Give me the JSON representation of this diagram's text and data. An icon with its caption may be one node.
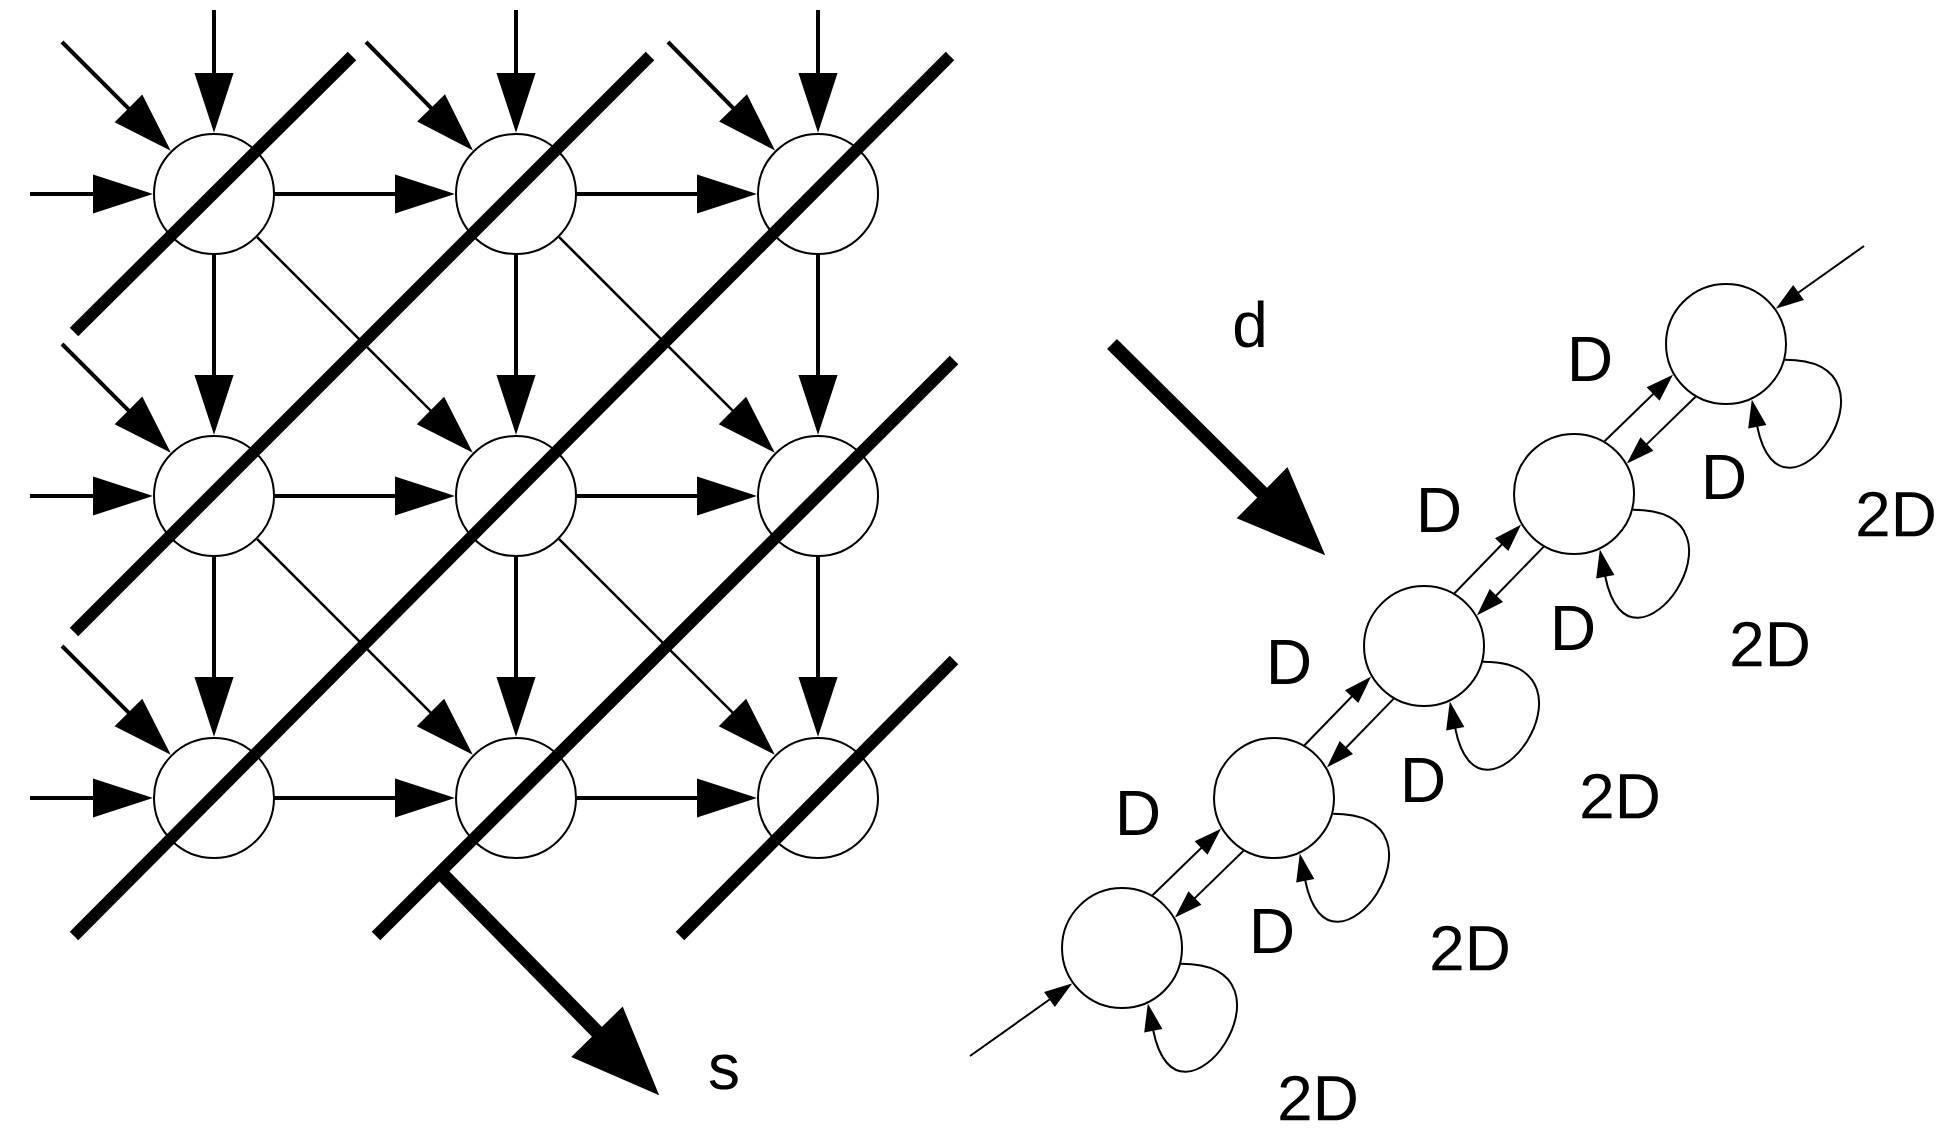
{
  "diagram": {
    "nodes": [
      {
        "text": [],
        "shape": "circle"
      },
      {
        "text": [],
        "shape": "circle"
      },
      {
        "text": [],
        "shape": "circle"
      },
      {
        "text": [],
        "shape": "circle"
      },
      {
        "text": [],
        "shape": "circle"
      },
      {
        "text": [],
        "shape": "circle"
      },
      {
        "text": [],
        "shape": "circle"
      },
      {
        "text": [],
        "shape": "circle"
      },
      {
        "text": [],
        "shape": "circle"
      },
      {
        "text": [],
        "shape": "circle"
      },
      {
        "text": [],
        "shape": "circle"
      },
      {
        "text": [],
        "shape": "circle"
      },
      {
        "text": [],
        "shape": "circle"
      },
      {
        "text": [],
        "shape": "circle"
      }
    ],
    "edges": [
      {
        "from": null,
        "to": 0,
        "arrow": "to"
      },
      {
        "from": null,
        "to": 0,
        "arrow": "to"
      },
      {
        "from": null,
        "to": 0,
        "arrow": "to"
      },
      {
        "from": null,
        "to": 1,
        "arrow": "to"
      },
      {
        "from": null,
        "to": 1,
        "arrow": "to"
      },
      {
        "from": null,
        "to": 2,
        "arrow": "to"
      },
      {
        "from": null,
        "to": 2,
        "arrow": "to"
      },
      {
        "from": null,
        "to": 3,
        "arrow": "to"
      },
      {
        "from": null,
        "to": 3,
        "arrow": "to"
      },
      {
        "from": null,
        "to": 6,
        "arrow": "to"
      },
      {
        "from": null,
        "to": 6,
        "arrow": "to"
      },
      {
        "from": 0,
        "to": 1,
        "arrow": "to"
      },
      {
        "from": 1,
        "to": 2,
        "arrow": "to"
      },
      {
        "from": 3,
        "to": 4,
        "arrow": "to"
      },
      {
        "from": 4,
        "to": 5,
        "arrow": "to"
      },
      {
        "from": 6,
        "to": 7,
        "arrow": "to"
      },
      {
        "from": 7,
        "to": 8,
        "arrow": "to"
      },
      {
        "from": 0,
        "to": 3,
        "arrow": "to"
      },
      {
        "from": 1,
        "to": 4,
        "arrow": "to"
      },
      {
        "from": 2,
        "to": 5,
        "arrow": "to"
      },
      {
        "from": 3,
        "to": 6,
        "arrow": "to"
      },
      {
        "from": 4,
        "to": 7,
        "arrow": "to"
      },
      {
        "from": 5,
        "to": 8,
        "arrow": "to"
      },
      {
        "from": 0,
        "to": 4,
        "arrow": "to"
      },
      {
        "from": 1,
        "to": 5,
        "arrow": "to"
      },
      {
        "from": 3,
        "to": 7,
        "arrow": "to"
      },
      {
        "from": 4,
        "to": 8,
        "arrow": "to"
      },
      {
        "from": null,
        "to": 9,
        "arrow": "to"
      },
      {
        "from": 10,
        "to": 9,
        "arrow": "to",
        "label": "D"
      },
      {
        "from": 9,
        "to": 10,
        "arrow": "to",
        "label": "D"
      },
      {
        "from": 9,
        "to": 9,
        "arrow": "to",
        "label": "2D"
      },
      {
        "from": 11,
        "to": 10,
        "arrow": "to",
        "label": "D"
      },
      {
        "from": 10,
        "to": 11,
        "arrow": "to",
        "label": "D"
      },
      {
        "from": 10,
        "to": 10,
        "arrow": "to",
        "label": "2D"
      },
      {
        "from": 12,
        "to": 11,
        "arrow": "to",
        "label": "D"
      },
      {
        "from": 11,
        "to": 12,
        "arrow": "to",
        "label": "D"
      },
      {
        "from": 11,
        "to": 11,
        "arrow": "to",
        "label": "2D"
      },
      {
        "from": 13,
        "to": 12,
        "arrow": "to",
        "label": "D"
      },
      {
        "from": 12,
        "to": 13,
        "arrow": "to",
        "label": "D"
      },
      {
        "from": 12,
        "to": 12,
        "arrow": "to",
        "label": "2D"
      },
      {
        "from": 13,
        "to": 13,
        "arrow": "to",
        "label": "2D"
      },
      {
        "from": null,
        "to": 13,
        "arrow": "to"
      }
    ],
    "labels": [
      "d",
      "s"
    ]
  }
}
